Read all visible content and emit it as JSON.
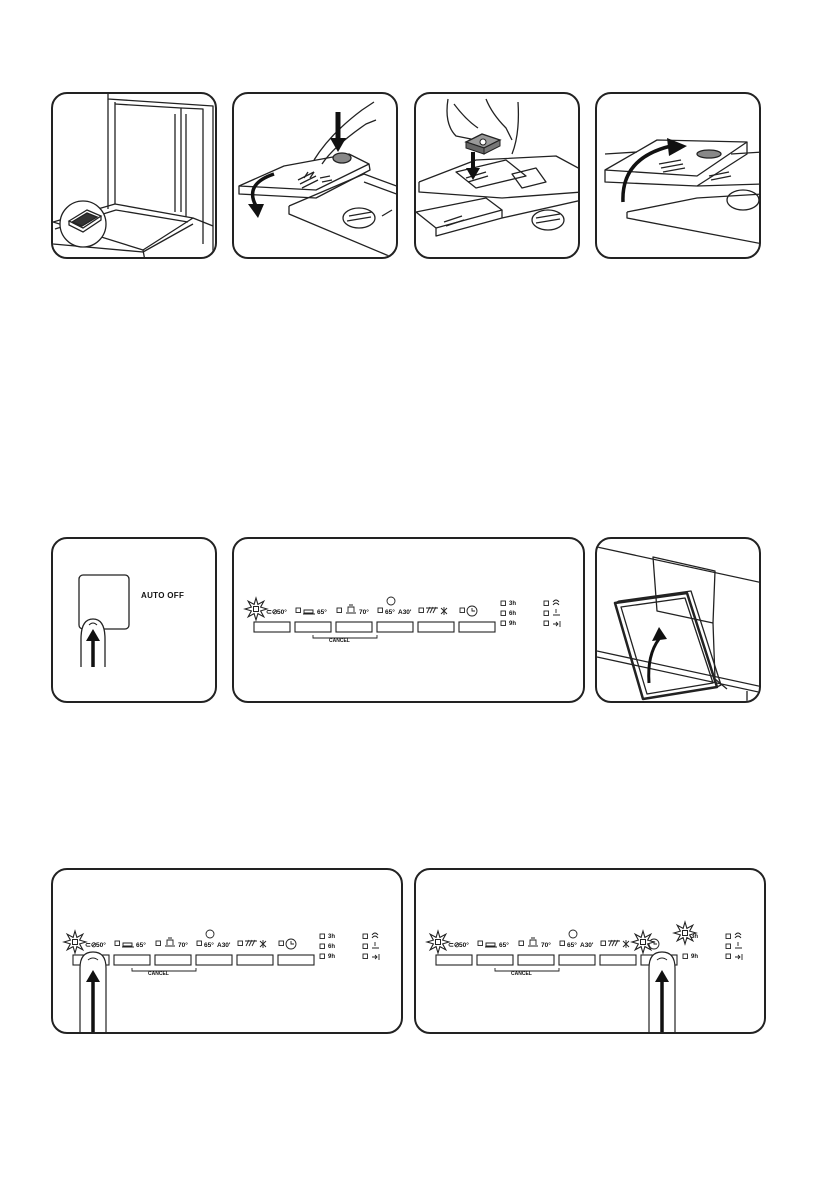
{
  "panel_labels": {
    "auto_off": "AUTO OFF",
    "cancel": "CANCEL",
    "p50": "50°",
    "p65": "65°",
    "p70": "70°",
    "p65a30": "65°",
    "a30": "A30'",
    "t3h": "3h",
    "t6h": "6h",
    "t9h": "9h"
  }
}
